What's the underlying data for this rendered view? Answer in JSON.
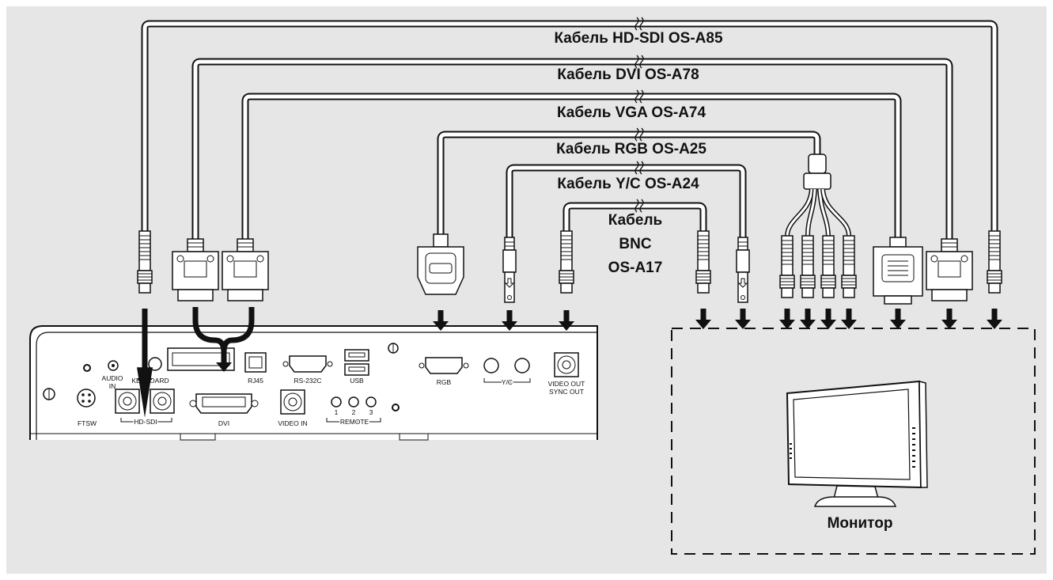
{
  "colors": {
    "background": "#e6e6e6",
    "line": "#111111",
    "panel": "#ffffff"
  },
  "cables": {
    "hdsdi": "Кабель HD-SDI OS-A85",
    "dvi": "Кабель DVI OS-A78",
    "vga": "Кабель VGA OS-A74",
    "rgb": "Кабель RGB OS-A25",
    "yc": "Кабель Y/C OS-A24",
    "bnc_line1": "Кабель",
    "bnc_line2": "BNC",
    "bnc_line3": "OS-A17"
  },
  "ports": {
    "ftsw": "FTSW",
    "audio_in_1": "AUDIO",
    "audio_in_2": "IN",
    "keyboard": "KEYBOARD",
    "hdsdi": "HD-SDI",
    "dvi": "DVI",
    "rj45": "RJ45",
    "rs232c": "RS-232C",
    "usb": "USB",
    "video_in": "VIDEO IN",
    "remote": "REMOTE",
    "remote_1": "1",
    "remote_2": "2",
    "remote_3": "3",
    "rgb": "RGB",
    "yc": "Y/C",
    "video_out_1": "VIDEO OUT",
    "video_out_2": "SYNC OUT"
  },
  "monitor": {
    "label": "Монитор"
  }
}
